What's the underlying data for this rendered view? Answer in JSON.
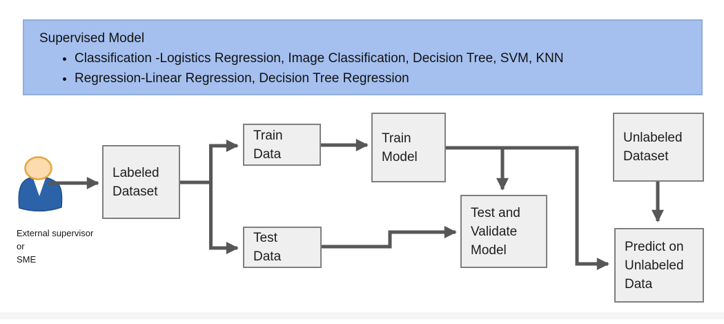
{
  "header": {
    "title": "Supervised Model",
    "bullets": [
      "Classification -Logistics Regression, Image Classification, Decision Tree, SVM, KNN",
      "Regression-Linear Regression, Decision Tree Regression"
    ]
  },
  "actor": {
    "label": "External supervisor\nor\nSME"
  },
  "nodes": {
    "labeled_dataset": "Labeled\nDataset",
    "train_data": "Train\nData",
    "test_data": "Test\nData",
    "train_model": "Train\nModel",
    "test_validate_model": "Test and\nValidate\nModel",
    "unlabeled_dataset": "Unlabeled\nDataset",
    "predict_unlabeled": "Predict on\nUnlabeled\nData"
  },
  "colors": {
    "header_bg": "#a5c0ef",
    "header_border": "#8fadde",
    "node_bg": "#efefef",
    "node_border": "#7f7f7f",
    "arrow": "#575757",
    "text": "#1c1c1c",
    "actor_head_fill": "#fcdcae",
    "actor_head_stroke": "#e8a33e",
    "actor_body_fill": "#2c63a8"
  }
}
